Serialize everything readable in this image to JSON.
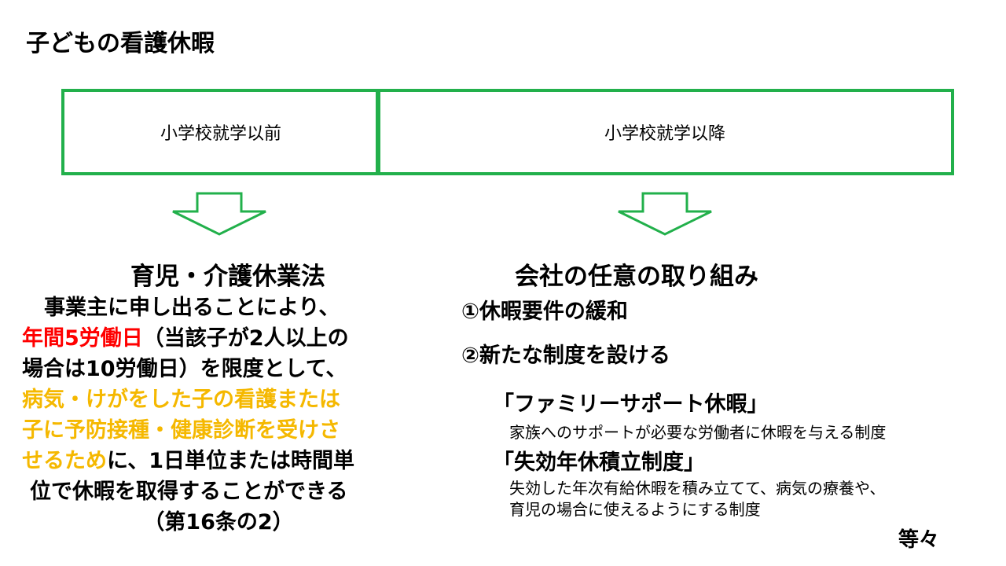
{
  "title": "子どもの看護休暇",
  "colors": {
    "accent_green": "#22b04b",
    "highlight_red": "#ff0000",
    "highlight_yellow": "#f5b800"
  },
  "header": {
    "left_label": "小学校就学以前",
    "right_label": "小学校就学以降"
  },
  "icons": {
    "left_arrow": "down-arrow-icon",
    "right_arrow": "down-arrow-icon"
  },
  "left": {
    "heading": "育児・介護休業法",
    "line1": "事業主に申し出ることにより、",
    "line2_red": "年間5労働日",
    "line2_rest": "（当該子が2人以上の",
    "line3": "場合は10労働日）を限度として、",
    "line4_yellow": "病気・けがをした子の看護または",
    "line5_yellow": "子に予防接種・健康診断を受けさ",
    "line6_yellow": "せるため",
    "line6_rest": "に、1日単位または時間単",
    "line7": "位で休暇を取得することができる",
    "line8": "（第16条の2）"
  },
  "right": {
    "heading": "会社の任意の取り組み",
    "item1": "①休暇要件の緩和",
    "item2": "②新たな制度を設ける",
    "sub1_title": "「ファミリーサポート休暇」",
    "sub1_desc": "家族へのサポートが必要な労働者に休暇を与える制度",
    "sub2_title": "「失効年休積立制度」",
    "sub2_desc_line1": "失効した年次有給休暇を積み立てて、病気の療養や、",
    "sub2_desc_line2": "育児の場合に使えるようにする制度",
    "etc": "等々"
  }
}
